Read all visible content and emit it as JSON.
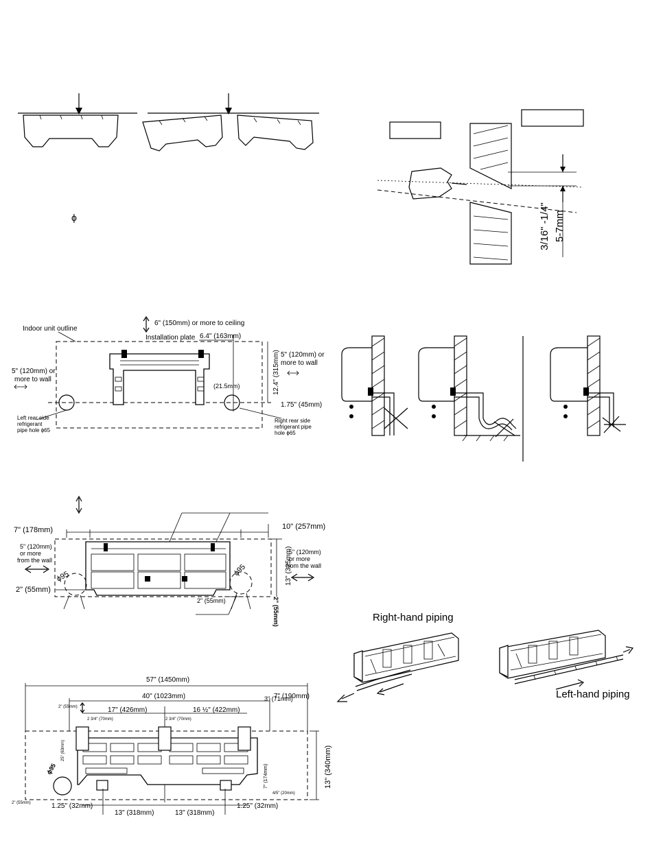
{
  "panel_pipe_cutting": {
    "phi_symbol": "ϕ"
  },
  "panel_drill_hole": {
    "label_box_left": "",
    "label_box_right": "",
    "dimension_in": "3/16\" -1/4\"",
    "dimension_mm": "5-7mm"
  },
  "panel_plate_small": {
    "ceiling_clearance": "6\" (150mm) or more to ceiling",
    "outline_label": "Indoor unit outline",
    "plate_label": "Installation plate",
    "top_right_dim": "6.4\" (163mm)",
    "left_wall": [
      "5\" (120mm) or",
      "more to wall"
    ],
    "right_wall": [
      "5\" (120mm) or",
      "more to wall"
    ],
    "height_dim": "12.4\" (315mm)",
    "small_dim": "(21.5mm)",
    "bottom_dim": "1.75\" (45mm)",
    "left_hole": [
      "Left rear side",
      "refrigerant",
      "pipe hole  ϕ65"
    ],
    "right_hole": [
      "Right rear side",
      "refrigerant pipe",
      "hole  ϕ65"
    ]
  },
  "panel_plate_medium": {
    "left_top_dim": "7\" (178mm)",
    "right_top_dim": "10\" (257mm)",
    "left_wall": [
      "5\" (120mm)",
      "or more",
      "from the wall"
    ],
    "right_wall": [
      "5\" (120mm)",
      "or more",
      "from the wall"
    ],
    "height_dim": "13\" (325mm)",
    "left_hole_dia": "ϕ95",
    "right_hole_dia": "ϕ95",
    "left_bottom_dim": "2\" (55mm)",
    "right_bottom_dim": "2\" (55mm)",
    "vertical_dim": "2\" (55mm)"
  },
  "panel_plate_large": {
    "overall_width": "57\" (1450mm)",
    "inner_width": "40\" (1023mm)",
    "right_top": "7\" (190mm)",
    "left_span": "17\" (426mm)",
    "right_span": "16 ½\" (422mm)",
    "small_top": "2\" (55mm)",
    "clip_left": "2 3/4\" (70mm)",
    "clip_mid": "2 3/4\" (70mm)",
    "clip_right": "3\" (71mm)",
    "left_vert": "25\" (63mm)",
    "right_vert": "7\" (174mm)",
    "height": "13\" (340mm)",
    "hole_dia": "ϕ95",
    "bottom_right_small": "4/5\" (20mm)",
    "left_bottom_small": "2\" (55mm)",
    "bottom_dims": [
      "1.25\" (32mm)",
      "13\" (318mm)",
      "13\" (318mm)",
      "1.25\" (32mm)"
    ]
  },
  "panel_drain": {},
  "panel_piping": {
    "right_label": "Right-hand piping",
    "left_label": "Left-hand piping"
  }
}
